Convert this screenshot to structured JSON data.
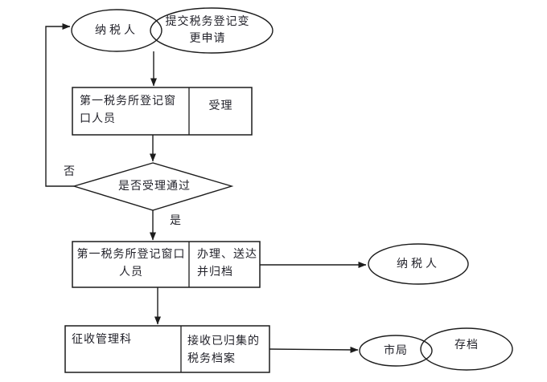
{
  "diagram": {
    "colors": {
      "background": "#ffffff",
      "stroke": "#1c1c1c",
      "text": "#23232b"
    },
    "nodes": {
      "taxpayer_top": {
        "shape": "ellipse",
        "label": "纳税人"
      },
      "submit_application": {
        "shape": "ellipse",
        "label": "提交税务登记变更申请"
      },
      "accept_step": {
        "shape": "split-process",
        "role": "第一税务所登记窗口人员",
        "action": "受理"
      },
      "decision": {
        "shape": "diamond",
        "label": "是否受理通过"
      },
      "handle_step": {
        "shape": "split-process",
        "role": "第一税务所登记窗口人员",
        "action": "办理、送达并归档"
      },
      "taxpayer_right": {
        "shape": "ellipse",
        "label": "纳税人"
      },
      "collection_step": {
        "shape": "split-process",
        "role": "征收管理科",
        "action": "接收已归集的税务档案"
      },
      "city_bureau": {
        "shape": "ellipse",
        "label": "市局"
      },
      "archive": {
        "shape": "ellipse",
        "label": "存档"
      }
    },
    "edge_labels": {
      "no": "否",
      "yes": "是"
    }
  }
}
